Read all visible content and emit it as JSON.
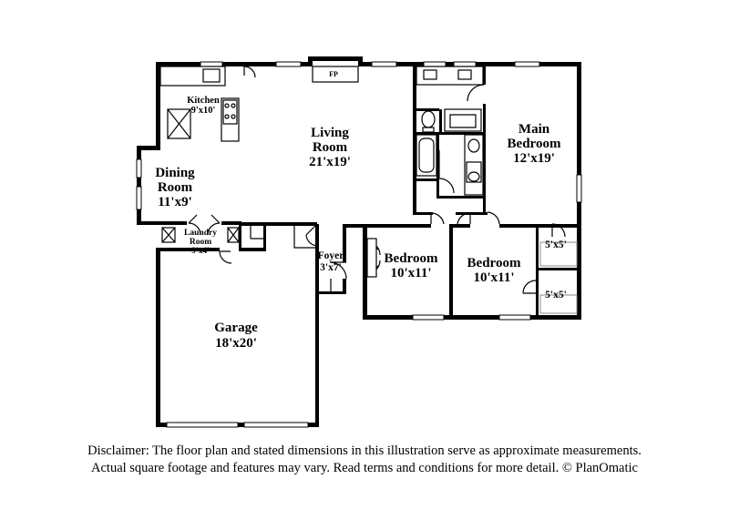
{
  "rooms": {
    "kitchen": {
      "name": "Kitchen",
      "dims": "9'x10'"
    },
    "dining": {
      "name_line1": "Dining",
      "name_line2": "Room",
      "dims": "11'x9'"
    },
    "living": {
      "name_line1": "Living",
      "name_line2": "Room",
      "dims": "21'x19'"
    },
    "main_bedroom": {
      "name_line1": "Main",
      "name_line2": "Bedroom",
      "dims": "12'x19'"
    },
    "laundry": {
      "name_line1": "Laundry",
      "name_line2": "Room",
      "dims": "9'x4'"
    },
    "foyer": {
      "name": "Foyer",
      "dims": "3'x7'"
    },
    "bedroom_a": {
      "name": "Bedroom",
      "dims": "10'x11'"
    },
    "bedroom_b": {
      "name": "Bedroom",
      "dims": "10'x11'"
    },
    "closet_a": {
      "dims": "5'x5'"
    },
    "closet_b": {
      "dims": "5'x5'"
    },
    "garage": {
      "name": "Garage",
      "dims": "18'x20'"
    },
    "fireplace": {
      "label": "FP"
    }
  },
  "disclaimer": {
    "line1": "Disclaimer: The floor plan and stated dimensions in this illustration serve as approximate measurements.",
    "line2": "Actual square footage and features may vary. Read terms and conditions for more detail. © PlanOmatic"
  },
  "colors": {
    "wall": "#000000",
    "background": "#ffffff",
    "fixture": "#888888"
  }
}
